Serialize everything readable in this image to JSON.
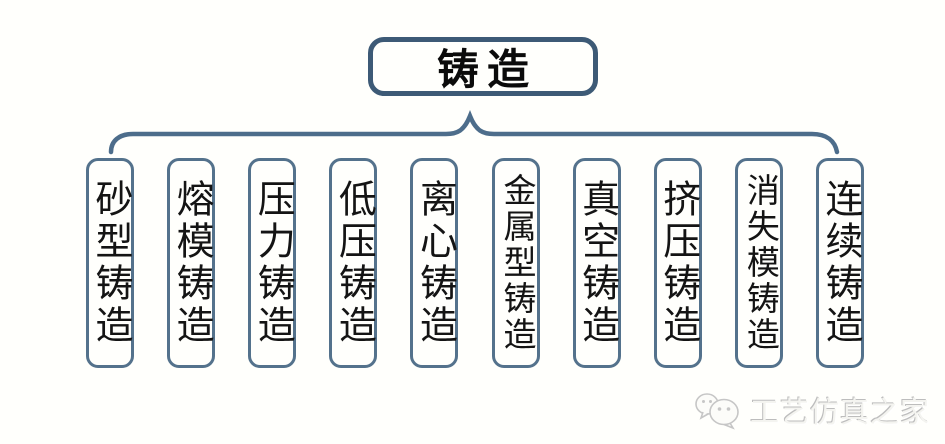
{
  "diagram": {
    "root_label": "铸造",
    "children": [
      "砂型铸造",
      "熔模铸造",
      "压力铸造",
      "低压铸造",
      "离心铸造",
      "金属型铸造",
      "真空铸造",
      "挤压铸造",
      "消失模铸造",
      "连续铸造"
    ]
  },
  "watermark": {
    "text": "工艺仿真之家",
    "logo": "wechat-bubbles-icon"
  },
  "colors": {
    "background": "#fffffc",
    "title_border": "#3d5a76",
    "box_border": "#54728c",
    "brace": "#4d6d8b",
    "text": "#141414",
    "watermark_gray": "#bdbdbd"
  }
}
